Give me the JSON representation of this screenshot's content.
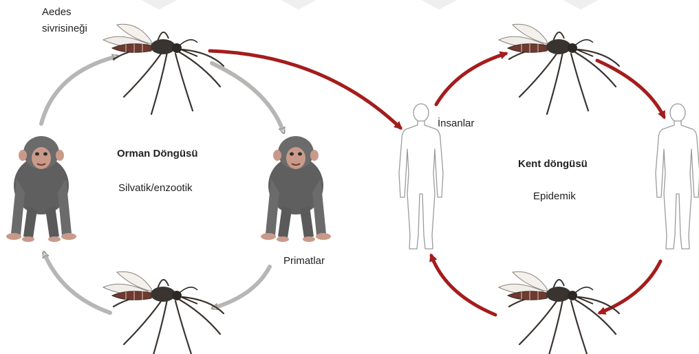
{
  "labels": {
    "vector_line1": "Aedes",
    "vector_line2": "sivrisineği",
    "sylvatic_title": "Orman Döngüsü",
    "sylvatic_subtitle": "Silvatik/enzootik",
    "primates": "Primatlar",
    "humans": "İnsanlar",
    "urban_title": "Kent döngüsü",
    "urban_subtitle": "Epidemik"
  },
  "colors": {
    "sylvatic_arrow": "#b8b6b4",
    "urban_arrow": "#a51c1c",
    "mosquito": "#3a3430",
    "mosquito_abdomen": "#6e3a30",
    "primate": "#6b6b6b",
    "primate_face": "#c99a8a",
    "human_outline": "#9a9a9a"
  },
  "icons": [
    "mosquito-icon",
    "primate-icon",
    "human-icon"
  ]
}
